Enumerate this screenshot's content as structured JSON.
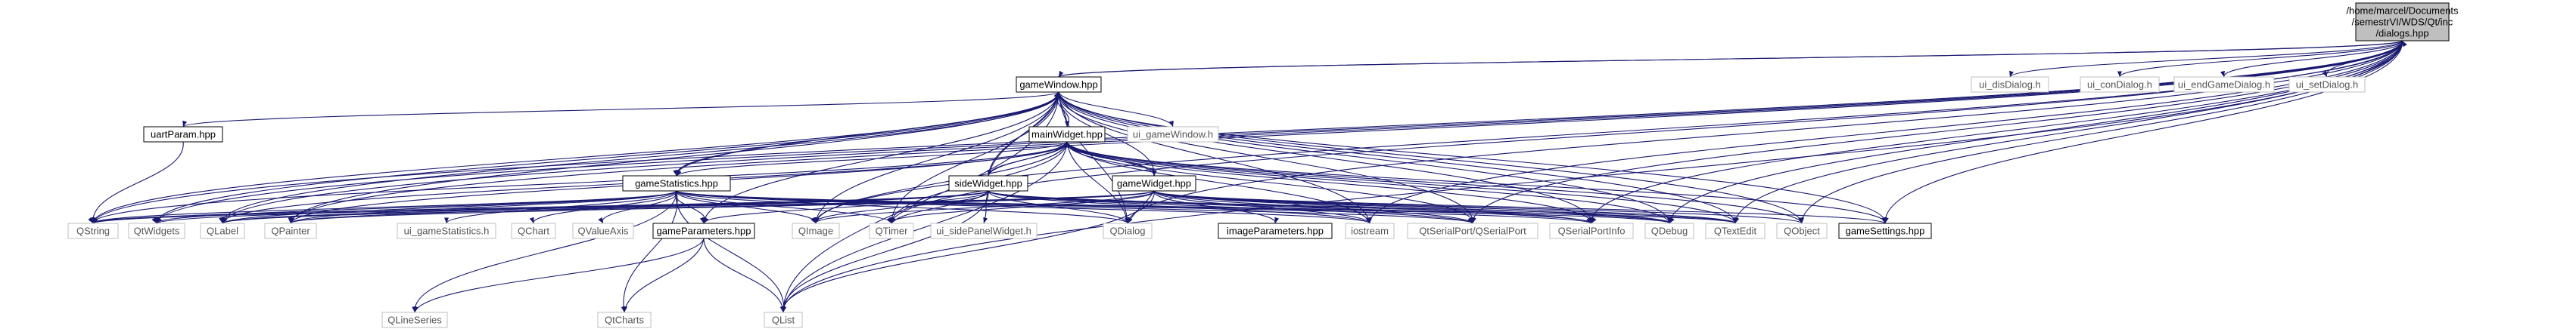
{
  "nodes": [
    {
      "id": "root",
      "lines": [
        "/home/marcel/Documents",
        "/semestrVI/WDS/Qt/inc",
        "/dialogs.hpp"
      ],
      "kind": "root"
    },
    {
      "id": "gameWindow",
      "lines": [
        "gameWindow.hpp"
      ],
      "kind": "plain"
    },
    {
      "id": "ui_disDialog",
      "lines": [
        "ui_disDialog.h"
      ],
      "kind": "grey"
    },
    {
      "id": "ui_conDialog",
      "lines": [
        "ui_conDialog.h"
      ],
      "kind": "grey"
    },
    {
      "id": "ui_endGameDialog",
      "lines": [
        "ui_endGameDialog.h"
      ],
      "kind": "grey"
    },
    {
      "id": "ui_setDialog",
      "lines": [
        "ui_setDialog.h"
      ],
      "kind": "grey"
    },
    {
      "id": "uartParam",
      "lines": [
        "uartParam.hpp"
      ],
      "kind": "plain"
    },
    {
      "id": "mainWidget",
      "lines": [
        "mainWidget.hpp"
      ],
      "kind": "plain"
    },
    {
      "id": "ui_gameWindow",
      "lines": [
        "ui_gameWindow.h"
      ],
      "kind": "grey"
    },
    {
      "id": "gameStatistics",
      "lines": [
        "gameStatistics.hpp"
      ],
      "kind": "plain"
    },
    {
      "id": "sideWidget",
      "lines": [
        "sideWidget.hpp"
      ],
      "kind": "plain"
    },
    {
      "id": "gameWidget",
      "lines": [
        "gameWidget.hpp"
      ],
      "kind": "plain"
    },
    {
      "id": "QString",
      "lines": [
        "QString"
      ],
      "kind": "grey"
    },
    {
      "id": "QtWidgets",
      "lines": [
        "QtWidgets"
      ],
      "kind": "grey"
    },
    {
      "id": "QLabel",
      "lines": [
        "QLabel"
      ],
      "kind": "grey"
    },
    {
      "id": "QPainter",
      "lines": [
        "QPainter"
      ],
      "kind": "grey"
    },
    {
      "id": "ui_gameStatistics",
      "lines": [
        "ui_gameStatistics.h"
      ],
      "kind": "grey"
    },
    {
      "id": "QChart",
      "lines": [
        "QChart"
      ],
      "kind": "grey"
    },
    {
      "id": "QValueAxis",
      "lines": [
        "QValueAxis"
      ],
      "kind": "grey"
    },
    {
      "id": "gameParameters",
      "lines": [
        "gameParameters.hpp"
      ],
      "kind": "plain"
    },
    {
      "id": "QImage",
      "lines": [
        "QImage"
      ],
      "kind": "grey"
    },
    {
      "id": "QTimer",
      "lines": [
        "QTimer"
      ],
      "kind": "grey"
    },
    {
      "id": "ui_sidePanelWidget",
      "lines": [
        "ui_sidePanelWidget.h"
      ],
      "kind": "grey"
    },
    {
      "id": "QDialog",
      "lines": [
        "QDialog"
      ],
      "kind": "grey"
    },
    {
      "id": "imageParameters",
      "lines": [
        "imageParameters.hpp"
      ],
      "kind": "plain"
    },
    {
      "id": "iostream",
      "lines": [
        "iostream"
      ],
      "kind": "grey"
    },
    {
      "id": "QSerialPort",
      "lines": [
        "QtSerialPort/QSerialPort"
      ],
      "kind": "grey"
    },
    {
      "id": "QSerialPortInfo",
      "lines": [
        "QSerialPortInfo"
      ],
      "kind": "grey"
    },
    {
      "id": "QDebug",
      "lines": [
        "QDebug"
      ],
      "kind": "grey"
    },
    {
      "id": "QTextEdit",
      "lines": [
        "QTextEdit"
      ],
      "kind": "grey"
    },
    {
      "id": "QObject",
      "lines": [
        "QObject"
      ],
      "kind": "grey"
    },
    {
      "id": "gameSettings",
      "lines": [
        "gameSettings.hpp"
      ],
      "kind": "plain"
    },
    {
      "id": "QLineSeries",
      "lines": [
        "QLineSeries"
      ],
      "kind": "grey"
    },
    {
      "id": "QtCharts",
      "lines": [
        "QtCharts"
      ],
      "kind": "grey"
    },
    {
      "id": "QList",
      "lines": [
        "QList"
      ],
      "kind": "grey"
    }
  ],
  "edges": [
    [
      "root",
      "gameWindow"
    ],
    [
      "root",
      "ui_disDialog"
    ],
    [
      "root",
      "ui_conDialog"
    ],
    [
      "root",
      "ui_endGameDialog"
    ],
    [
      "root",
      "ui_setDialog"
    ],
    [
      "root",
      "QString"
    ],
    [
      "root",
      "QtWidgets"
    ],
    [
      "root",
      "QLabel"
    ],
    [
      "root",
      "QPainter"
    ],
    [
      "root",
      "QImage"
    ],
    [
      "root",
      "QTimer"
    ],
    [
      "root",
      "QDialog"
    ],
    [
      "root",
      "iostream"
    ],
    [
      "root",
      "QSerialPort"
    ],
    [
      "root",
      "QSerialPortInfo"
    ],
    [
      "root",
      "QDebug"
    ],
    [
      "root",
      "QTextEdit"
    ],
    [
      "root",
      "QObject"
    ],
    [
      "root",
      "gameSettings"
    ],
    [
      "root",
      "QList"
    ],
    [
      "gameWindow",
      "root"
    ],
    [
      "gameWindow",
      "uartParam"
    ],
    [
      "gameWindow",
      "mainWidget"
    ],
    [
      "gameWindow",
      "ui_gameWindow"
    ],
    [
      "gameWindow",
      "gameStatistics"
    ],
    [
      "gameWindow",
      "sideWidget"
    ],
    [
      "gameWindow",
      "gameWidget"
    ],
    [
      "gameWindow",
      "QString"
    ],
    [
      "gameWindow",
      "QtWidgets"
    ],
    [
      "gameWindow",
      "QLabel"
    ],
    [
      "gameWindow",
      "QPainter"
    ],
    [
      "gameWindow",
      "QImage"
    ],
    [
      "gameWindow",
      "QTimer"
    ],
    [
      "gameWindow",
      "QDialog"
    ],
    [
      "gameWindow",
      "iostream"
    ],
    [
      "gameWindow",
      "QSerialPort"
    ],
    [
      "gameWindow",
      "QSerialPortInfo"
    ],
    [
      "gameWindow",
      "QDebug"
    ],
    [
      "gameWindow",
      "QTextEdit"
    ],
    [
      "gameWindow",
      "QObject"
    ],
    [
      "gameWindow",
      "gameSettings"
    ],
    [
      "gameWindow",
      "gameParameters"
    ],
    [
      "gameWindow",
      "QList"
    ],
    [
      "uartParam",
      "QString"
    ],
    [
      "mainWidget",
      "gameWindow"
    ],
    [
      "mainWidget",
      "gameStatistics"
    ],
    [
      "mainWidget",
      "sideWidget"
    ],
    [
      "mainWidget",
      "gameWidget"
    ],
    [
      "mainWidget",
      "QString"
    ],
    [
      "mainWidget",
      "QLabel"
    ],
    [
      "mainWidget",
      "QPainter"
    ],
    [
      "mainWidget",
      "QImage"
    ],
    [
      "mainWidget",
      "QTimer"
    ],
    [
      "mainWidget",
      "QDialog"
    ],
    [
      "mainWidget",
      "iostream"
    ],
    [
      "mainWidget",
      "QSerialPort"
    ],
    [
      "mainWidget",
      "QSerialPortInfo"
    ],
    [
      "mainWidget",
      "QDebug"
    ],
    [
      "mainWidget",
      "QTextEdit"
    ],
    [
      "mainWidget",
      "QObject"
    ],
    [
      "mainWidget",
      "gameSettings"
    ],
    [
      "mainWidget",
      "QList"
    ],
    [
      "gameStatistics",
      "gameWindow"
    ],
    [
      "gameStatistics",
      "QString"
    ],
    [
      "gameStatistics",
      "QtWidgets"
    ],
    [
      "gameStatistics",
      "QLabel"
    ],
    [
      "gameStatistics",
      "QPainter"
    ],
    [
      "gameStatistics",
      "ui_gameStatistics"
    ],
    [
      "gameStatistics",
      "QChart"
    ],
    [
      "gameStatistics",
      "QValueAxis"
    ],
    [
      "gameStatistics",
      "gameParameters"
    ],
    [
      "gameStatistics",
      "QImage"
    ],
    [
      "gameStatistics",
      "QTimer"
    ],
    [
      "gameStatistics",
      "QLineSeries"
    ],
    [
      "gameStatistics",
      "QtCharts"
    ],
    [
      "gameStatistics",
      "QList"
    ],
    [
      "gameStatistics",
      "QDialog"
    ],
    [
      "gameStatistics",
      "iostream"
    ],
    [
      "gameStatistics",
      "QSerialPort"
    ],
    [
      "gameStatistics",
      "QSerialPortInfo"
    ],
    [
      "gameStatistics",
      "QDebug"
    ],
    [
      "gameStatistics",
      "QTextEdit"
    ],
    [
      "sideWidget",
      "mainWidget"
    ],
    [
      "sideWidget",
      "gameWindow"
    ],
    [
      "sideWidget",
      "QString"
    ],
    [
      "sideWidget",
      "QtWidgets"
    ],
    [
      "sideWidget",
      "QLabel"
    ],
    [
      "sideWidget",
      "QPainter"
    ],
    [
      "sideWidget",
      "gameParameters"
    ],
    [
      "sideWidget",
      "QImage"
    ],
    [
      "sideWidget",
      "QTimer"
    ],
    [
      "sideWidget",
      "ui_sidePanelWidget"
    ],
    [
      "sideWidget",
      "QDialog"
    ],
    [
      "sideWidget",
      "iostream"
    ],
    [
      "sideWidget",
      "QSerialPort"
    ],
    [
      "sideWidget",
      "QSerialPortInfo"
    ],
    [
      "sideWidget",
      "QDebug"
    ],
    [
      "sideWidget",
      "QTextEdit"
    ],
    [
      "sideWidget",
      "QList"
    ],
    [
      "gameWidget",
      "mainWidget"
    ],
    [
      "gameWidget",
      "QString"
    ],
    [
      "gameWidget",
      "QLabel"
    ],
    [
      "gameWidget",
      "QPainter"
    ],
    [
      "gameWidget",
      "QImage"
    ],
    [
      "gameWidget",
      "QTimer"
    ],
    [
      "gameWidget",
      "QDialog"
    ],
    [
      "gameWidget",
      "imageParameters"
    ],
    [
      "gameWidget",
      "iostream"
    ],
    [
      "gameWidget",
      "QSerialPort"
    ],
    [
      "gameWidget",
      "QSerialPortInfo"
    ],
    [
      "gameWidget",
      "QDebug"
    ],
    [
      "gameWidget",
      "QTextEdit"
    ],
    [
      "gameWidget",
      "QObject"
    ],
    [
      "gameWidget",
      "gameSettings"
    ],
    [
      "gameWidget",
      "QList"
    ],
    [
      "gameParameters",
      "QLineSeries"
    ],
    [
      "gameParameters",
      "QtCharts"
    ],
    [
      "gameParameters",
      "QList"
    ]
  ]
}
